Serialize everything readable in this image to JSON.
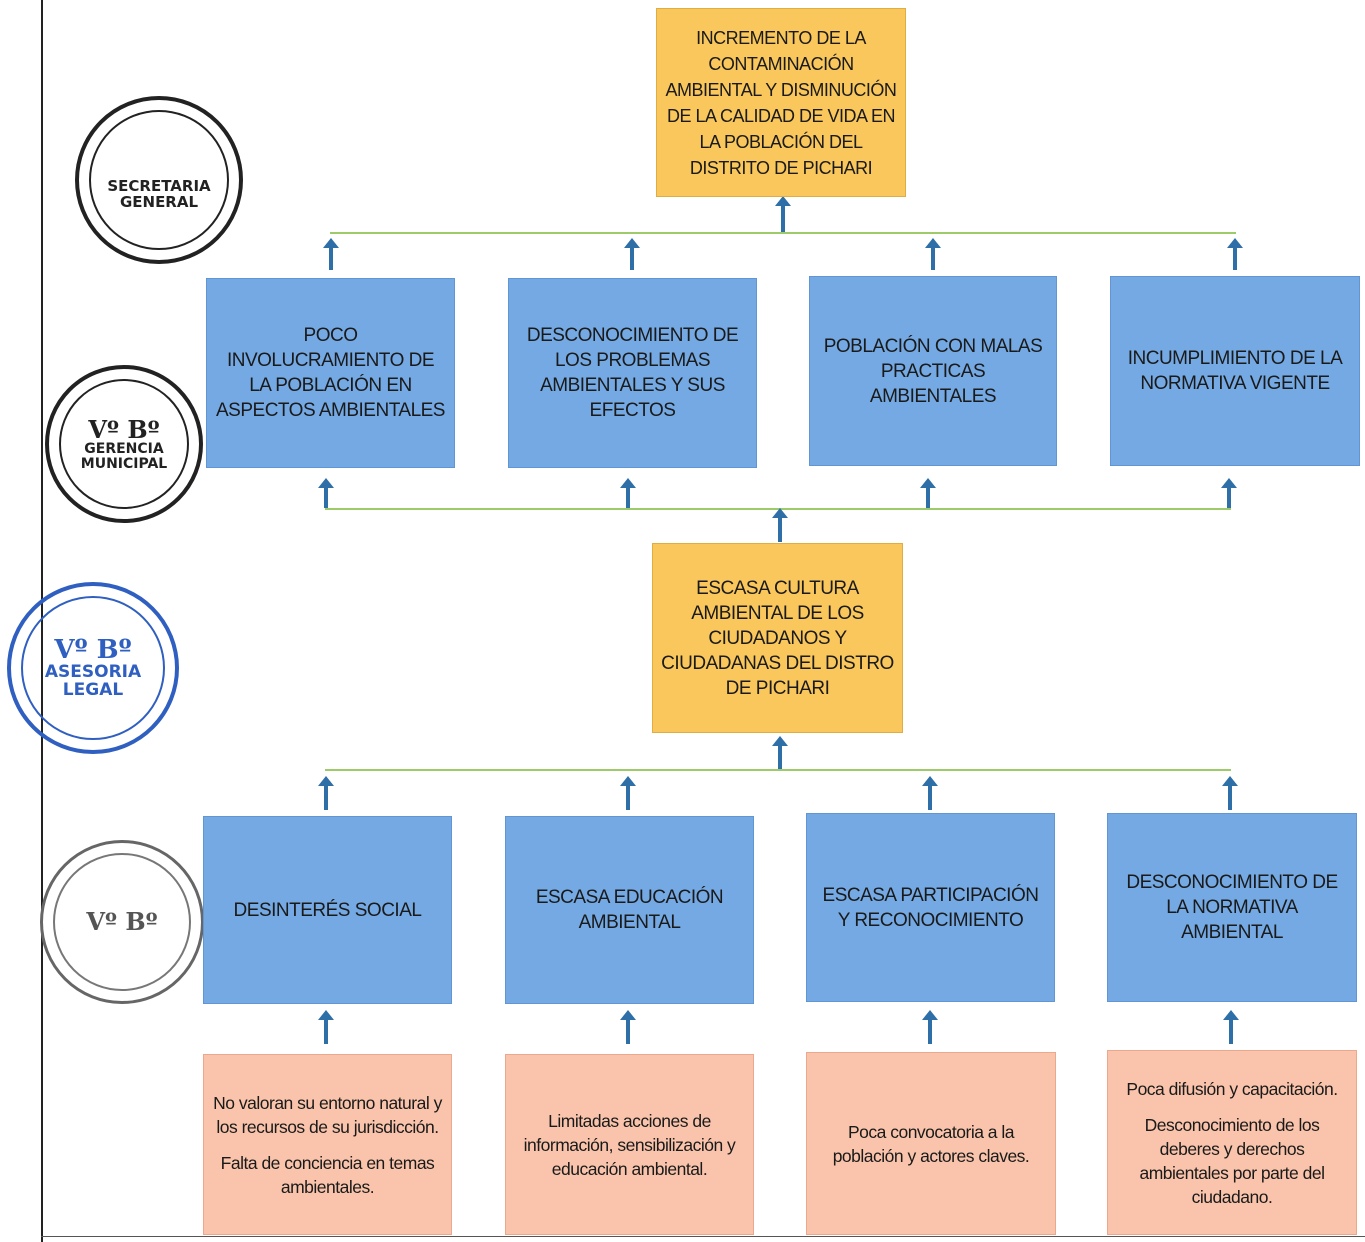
{
  "effect_main": "INCREMENTO DE LA CONTAMINACIÓN AMBIENTAL Y DISMINUCIÓN DE LA CALIDAD DE VIDA EN LA POBLACIÓN DEL DISTRITO DE PICHARI",
  "effects": [
    "POCO INVOLUCRAMIENTO DE LA POBLACIÓN EN ASPECTOS AMBIENTALES",
    "DESCONOCIMIENTO DE LOS PROBLEMAS AMBIENTALES Y SUS EFECTOS",
    "POBLACIÓN CON MALAS PRACTICAS AMBIENTALES",
    "INCUMPLIMIENTO DE LA NORMATIVA VIGENTE"
  ],
  "central_problem": "ESCASA CULTURA AMBIENTAL DE LOS CIUDADANOS Y CIUDADANAS DEL DISTRO DE PICHARI",
  "causes": [
    "DESINTERÉS SOCIAL",
    "ESCASA EDUCACIÓN AMBIENTAL",
    "ESCASA PARTICIPACIÓN Y RECONOCIMIENTO",
    "DESCONOCIMIENTO DE LA NORMATIVA AMBIENTAL"
  ],
  "root_causes": [
    [
      "No valoran su entorno natural y los recursos de su jurisdicción.",
      "Falta de conciencia en temas ambientales."
    ],
    [
      "Limitadas acciones de información, sensibilización y educación ambiental."
    ],
    [
      "Poca convocatoria a la población y actores claves."
    ],
    [
      "Poca difusión y capacitación.",
      "Desconocimiento de los deberes y derechos ambientales por parte del ciudadano."
    ]
  ],
  "stamps": [
    {
      "text": [
        "SECRETARIA",
        "GENERAL"
      ],
      "color": "#1f1f1f"
    },
    {
      "text": [
        "Vº Bº",
        "GERENCIA",
        "MUNICIPAL"
      ],
      "color": "#1f1f1f"
    },
    {
      "text": [
        "Vº Bº",
        "ASESORIA",
        "LEGAL"
      ],
      "color": "#2f5fc0"
    },
    {
      "text": [
        "Vº Bº"
      ],
      "color": "#555555"
    }
  ],
  "colors": {
    "effect_main": "#f9c75b",
    "effects": "#74a9e3",
    "central_problem": "#f9c75b",
    "causes": "#74a9e3",
    "root_causes": "#f9c4ab",
    "connector_line": "#9ecb6a",
    "arrow": "#2e6fa8"
  }
}
